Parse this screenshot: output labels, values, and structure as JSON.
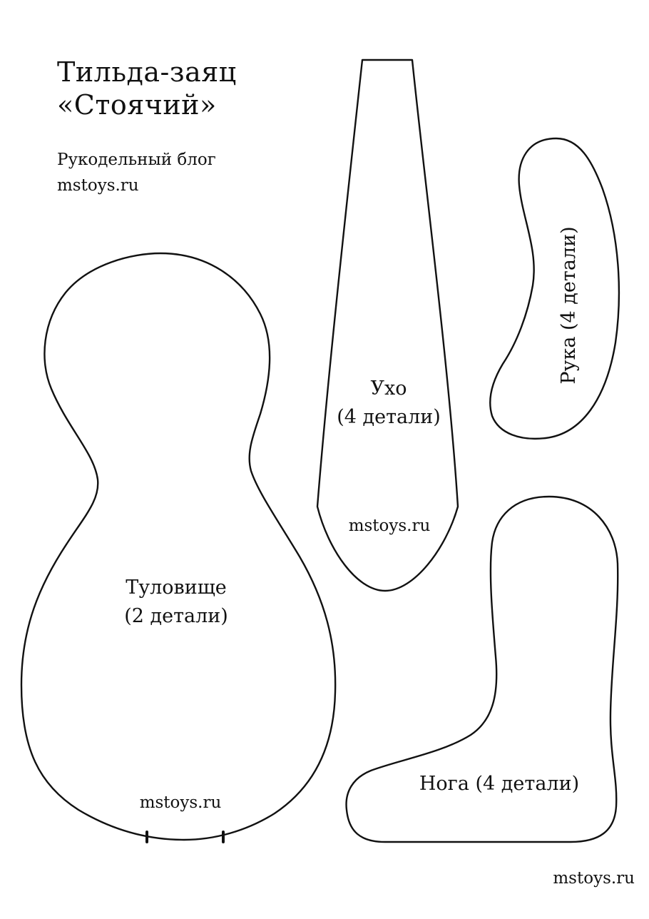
{
  "header": {
    "title_line1": "Тильда-заяц",
    "title_line2": "«Стоячий»",
    "blog_label": "Рукодельный блог",
    "site": "mstoys.ru"
  },
  "pieces": {
    "body": {
      "name": "Туловище",
      "count": "(2 детали)",
      "watermark": "mstoys.ru"
    },
    "ear": {
      "name": "Ухо",
      "count": "(4 детали)",
      "watermark": "mstoys.ru"
    },
    "arm": {
      "label": "Рука (4 детали)"
    },
    "leg": {
      "label": "Нога (4 детали)"
    }
  },
  "footer": {
    "site": "mstoys.ru"
  },
  "colors": {
    "ink": "#111111",
    "paper": "#ffffff"
  }
}
